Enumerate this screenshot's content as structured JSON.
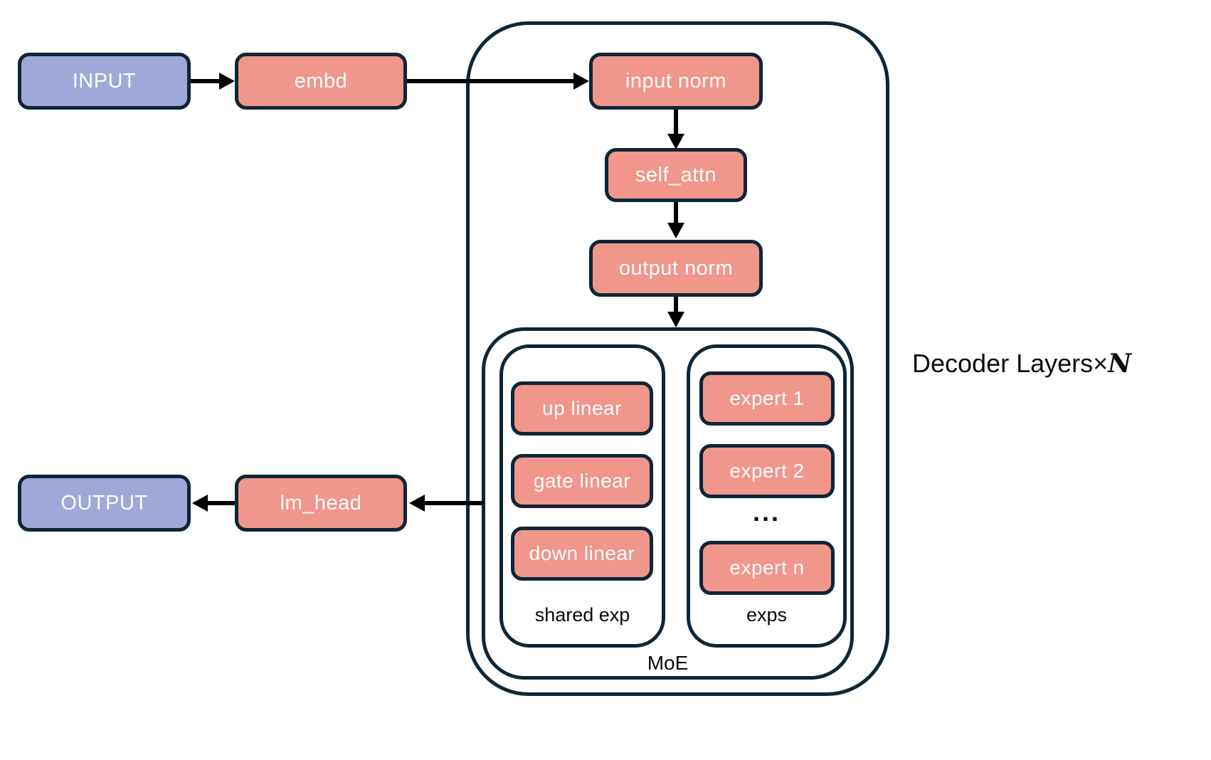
{
  "nodes": {
    "input": "INPUT",
    "embd": "embd",
    "input_norm": "input norm",
    "self_attn": "self_attn",
    "output_norm": "output norm",
    "lm_head": "lm_head",
    "output": "OUTPUT"
  },
  "moe": {
    "label": "MoE",
    "shared_exp": {
      "label": "shared exp",
      "items": [
        "up linear",
        "gate linear",
        "down linear"
      ]
    },
    "exps": {
      "label": "exps",
      "items": [
        "expert 1",
        "expert 2",
        "expert n"
      ],
      "ellipsis": "..."
    }
  },
  "decoder_label": {
    "text": "Decoder Layers",
    "times": "×",
    "n": "N"
  },
  "colors": {
    "io_fill": "#9FA8D8",
    "module_fill": "#F0968A",
    "stroke": "#0E2637",
    "box_text": "#FFFFFF",
    "label_text": "#0A0A0A",
    "arrow": "#000000"
  }
}
